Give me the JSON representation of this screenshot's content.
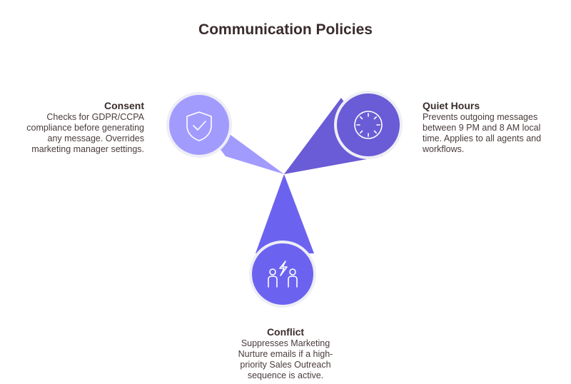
{
  "title": "Communication Policies",
  "policies": [
    {
      "heading": "Consent",
      "description": "Checks for GDPR/CCPA\ncompliance before generating\nany message. Overrides\nmarketing manager settings.",
      "icon": "shield-check-icon",
      "color": "#a29bfe"
    },
    {
      "heading": "Quiet Hours",
      "description": "Prevents outgoing messages\nbetween 9 PM and 8 AM local\ntime. Applies to all agents and\nworkflows.",
      "icon": "clock-icon",
      "color": "#6a5bd6"
    },
    {
      "heading": "Conflict",
      "description": "Suppresses Marketing\nNurture emails if a high-\npriority Sales Outreach\nsequence is active.",
      "icon": "people-conflict-icon",
      "color": "#6b63f0"
    }
  ],
  "colors": {
    "border": "#eeeef6",
    "icon_stroke": "#ffffff",
    "title": "#3a2c2c",
    "text": "#4a3b3b"
  }
}
